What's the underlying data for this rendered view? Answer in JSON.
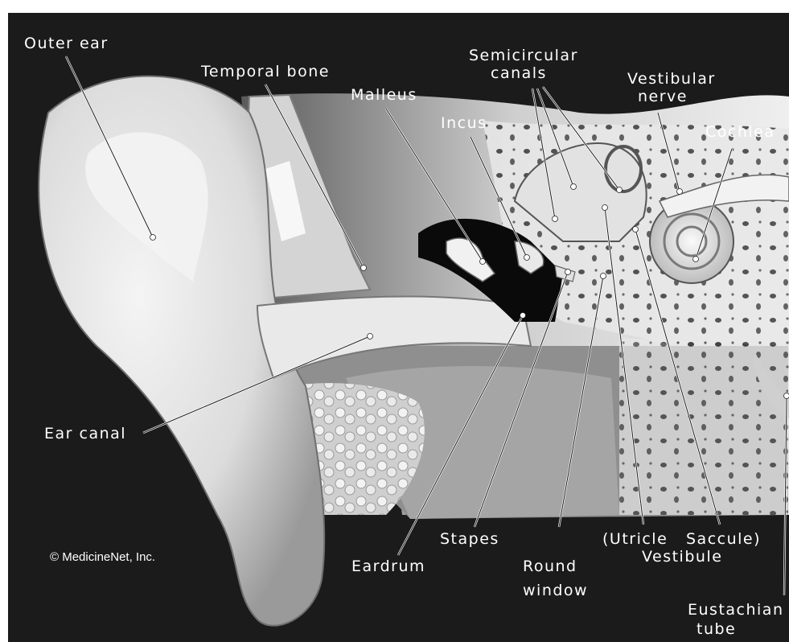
{
  "labels": {
    "outer_ear": "Outer ear",
    "temporal_bone": "Temporal bone",
    "malleus": "Malleus",
    "incus": "Incus",
    "semicircular_line1": "Semicircular",
    "semicircular_line2": "canals",
    "vestibular_line1": "Vestibular",
    "vestibular_line2": "nerve",
    "cochlea": "Cochlea",
    "ear_canal": "Ear canal",
    "stapes": "Stapes",
    "eardrum": "Eardrum",
    "round_line1": "Round",
    "round_line2": "window",
    "utricle": "(Utricle",
    "saccule": "Saccule)",
    "vestibule": "Vestibule",
    "eustachian_line1": "Eustachian",
    "eustachian_line2": "tube"
  },
  "copyright": "© MedicineNet, Inc.",
  "colors": {
    "background": "#1b1b1b",
    "border": "#ffffff",
    "label_text": "#ffffff",
    "outer_ear_fill": "#e6e6e6",
    "bone_fill": "#c9c9c9",
    "tissue_fill": "#8f8f8f"
  }
}
